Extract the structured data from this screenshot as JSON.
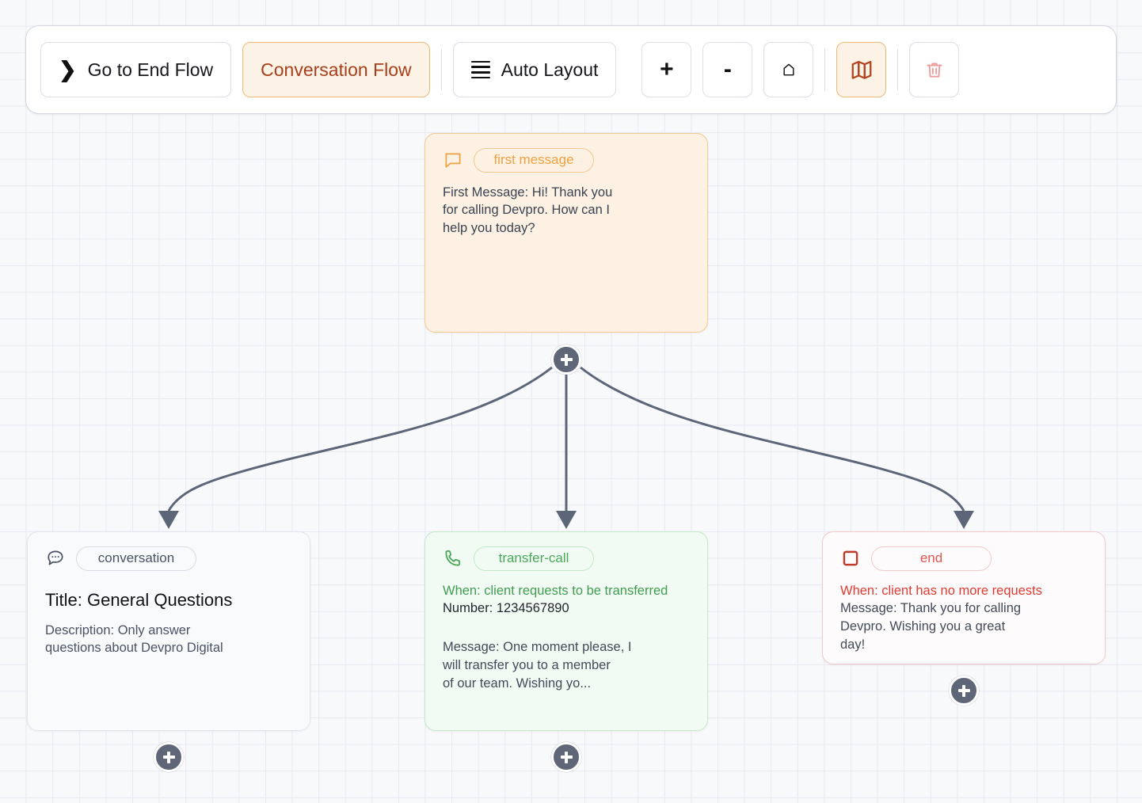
{
  "toolbar": {
    "back_button": {
      "label": "Go to End Flow",
      "icon": "chevron-right-icon"
    },
    "flow_tab": {
      "label": "Conversation Flow",
      "active": true,
      "accent": "#a6401c"
    },
    "auto_layout": {
      "label": "Auto Layout",
      "icon": "hamburger-icon"
    },
    "zoom_in": {
      "label": "+",
      "icon": "plus-icon"
    },
    "zoom_out": {
      "label": "-",
      "icon": "minus-icon"
    },
    "fit_view": {
      "icon": "home-icon"
    },
    "minimap": {
      "icon": "map-icon",
      "active": true
    },
    "delete": {
      "icon": "trash-icon"
    }
  },
  "nodes": {
    "first_message": {
      "badge": "first message",
      "icon": "speech-bubble-icon",
      "body": "First Message: Hi! Thank you for calling Devpro. How can I help you today?"
    },
    "conversation": {
      "badge": "conversation",
      "icon": "speech-bubble-dots-icon",
      "title": "Title: General Questions",
      "description": "Description: Only answer questions about Devpro Digital"
    },
    "transfer_call": {
      "badge": "transfer-call",
      "icon": "phone-icon",
      "when": "When: client requests to be transferred",
      "number": "Number: 1234567890",
      "message": "Message: One moment please, I\nwill transfer you to a member\nof our team. Wishing yo..."
    },
    "end": {
      "badge": "end",
      "icon": "stop-square-icon",
      "when": "When: client has no more requests",
      "message": "Message: Thank you for calling\nDevpro. Wishing you a great\nday!"
    }
  },
  "handles": {
    "add_label": "+"
  },
  "colors": {
    "canvas_bg": "#f8f9fb",
    "grid_line": "#e8e9f0",
    "edge": "#5c6678",
    "handle": "#5f6678",
    "orange": "#f0a142",
    "green": "#4aa85a",
    "red": "#e2564f",
    "slate": "#4b5263"
  }
}
